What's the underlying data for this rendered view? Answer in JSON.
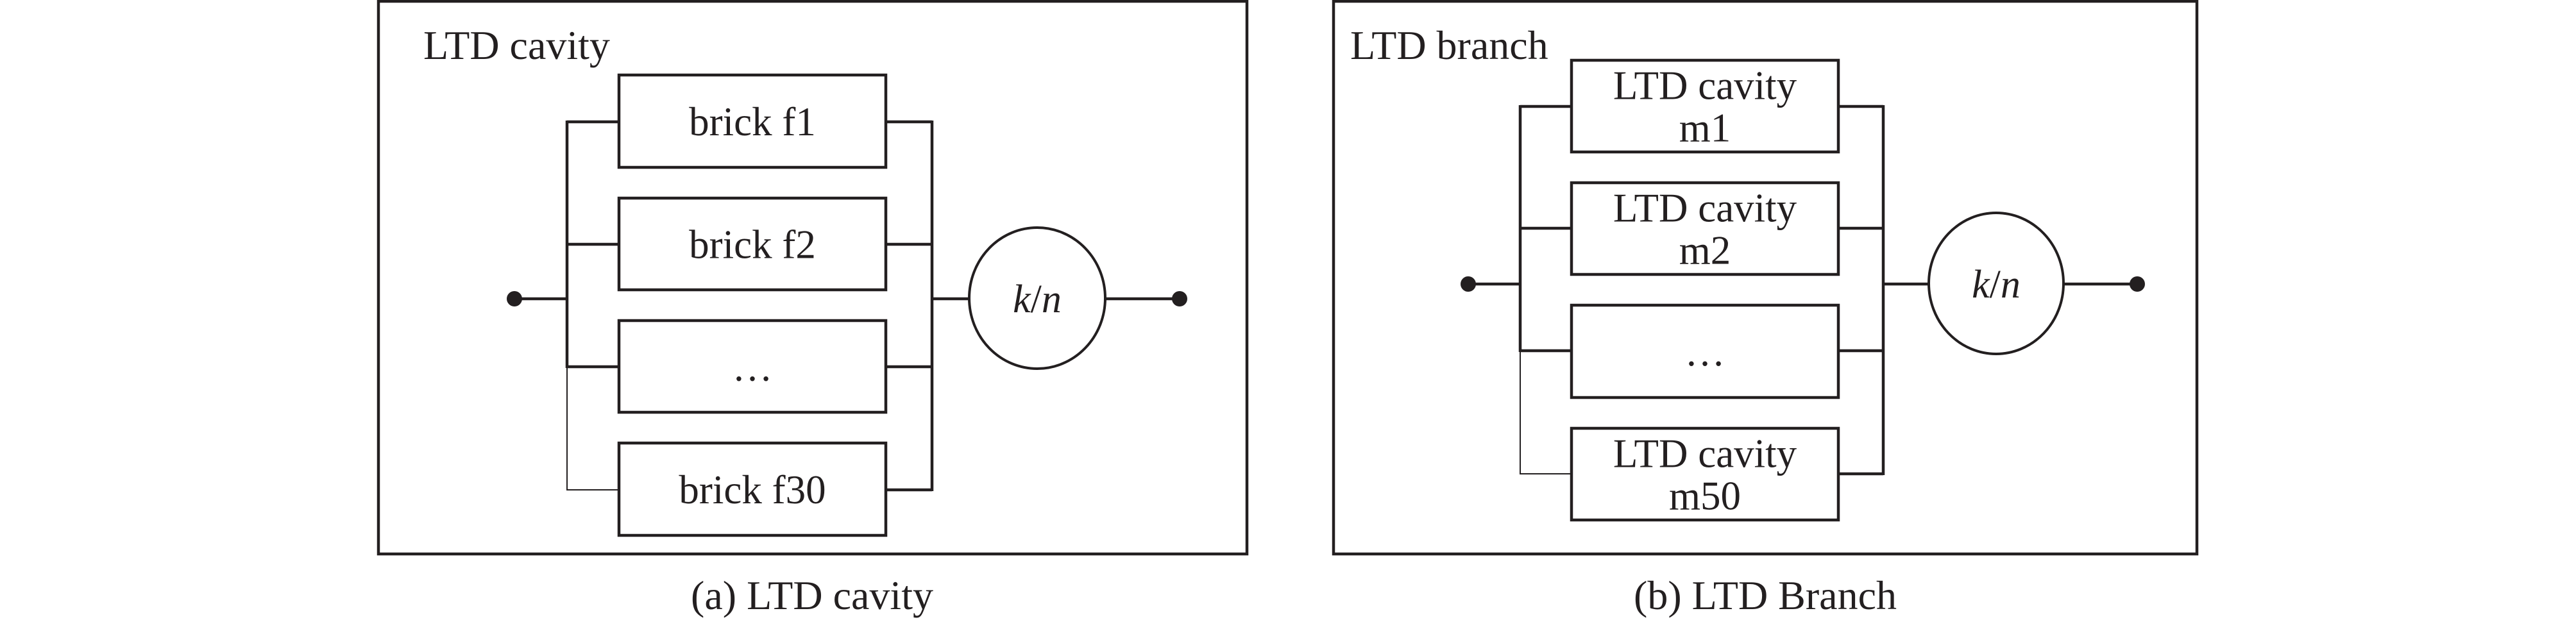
{
  "figure": {
    "stroke_color": "#231f20",
    "background": "#ffffff",
    "panels": [
      {
        "id": "a",
        "title": "LTD cavity",
        "caption": "(a) LTD cavity",
        "blocks": [
          {
            "lines": [
              "brick f1"
            ]
          },
          {
            "lines": [
              "brick f2"
            ]
          },
          {
            "lines": [
              "…"
            ]
          },
          {
            "lines": [
              "brick f30"
            ]
          }
        ],
        "voter": {
          "k": "k",
          "sep": "/",
          "n": "n"
        }
      },
      {
        "id": "b",
        "title": "LTD branch",
        "caption": "(b) LTD Branch",
        "blocks": [
          {
            "lines": [
              "LTD cavity",
              "m1"
            ]
          },
          {
            "lines": [
              "LTD cavity",
              "m2"
            ]
          },
          {
            "lines": [
              "…"
            ]
          },
          {
            "lines": [
              "LTD cavity",
              "m50"
            ]
          }
        ],
        "voter": {
          "k": "k",
          "sep": "/",
          "n": "n"
        }
      }
    ]
  }
}
